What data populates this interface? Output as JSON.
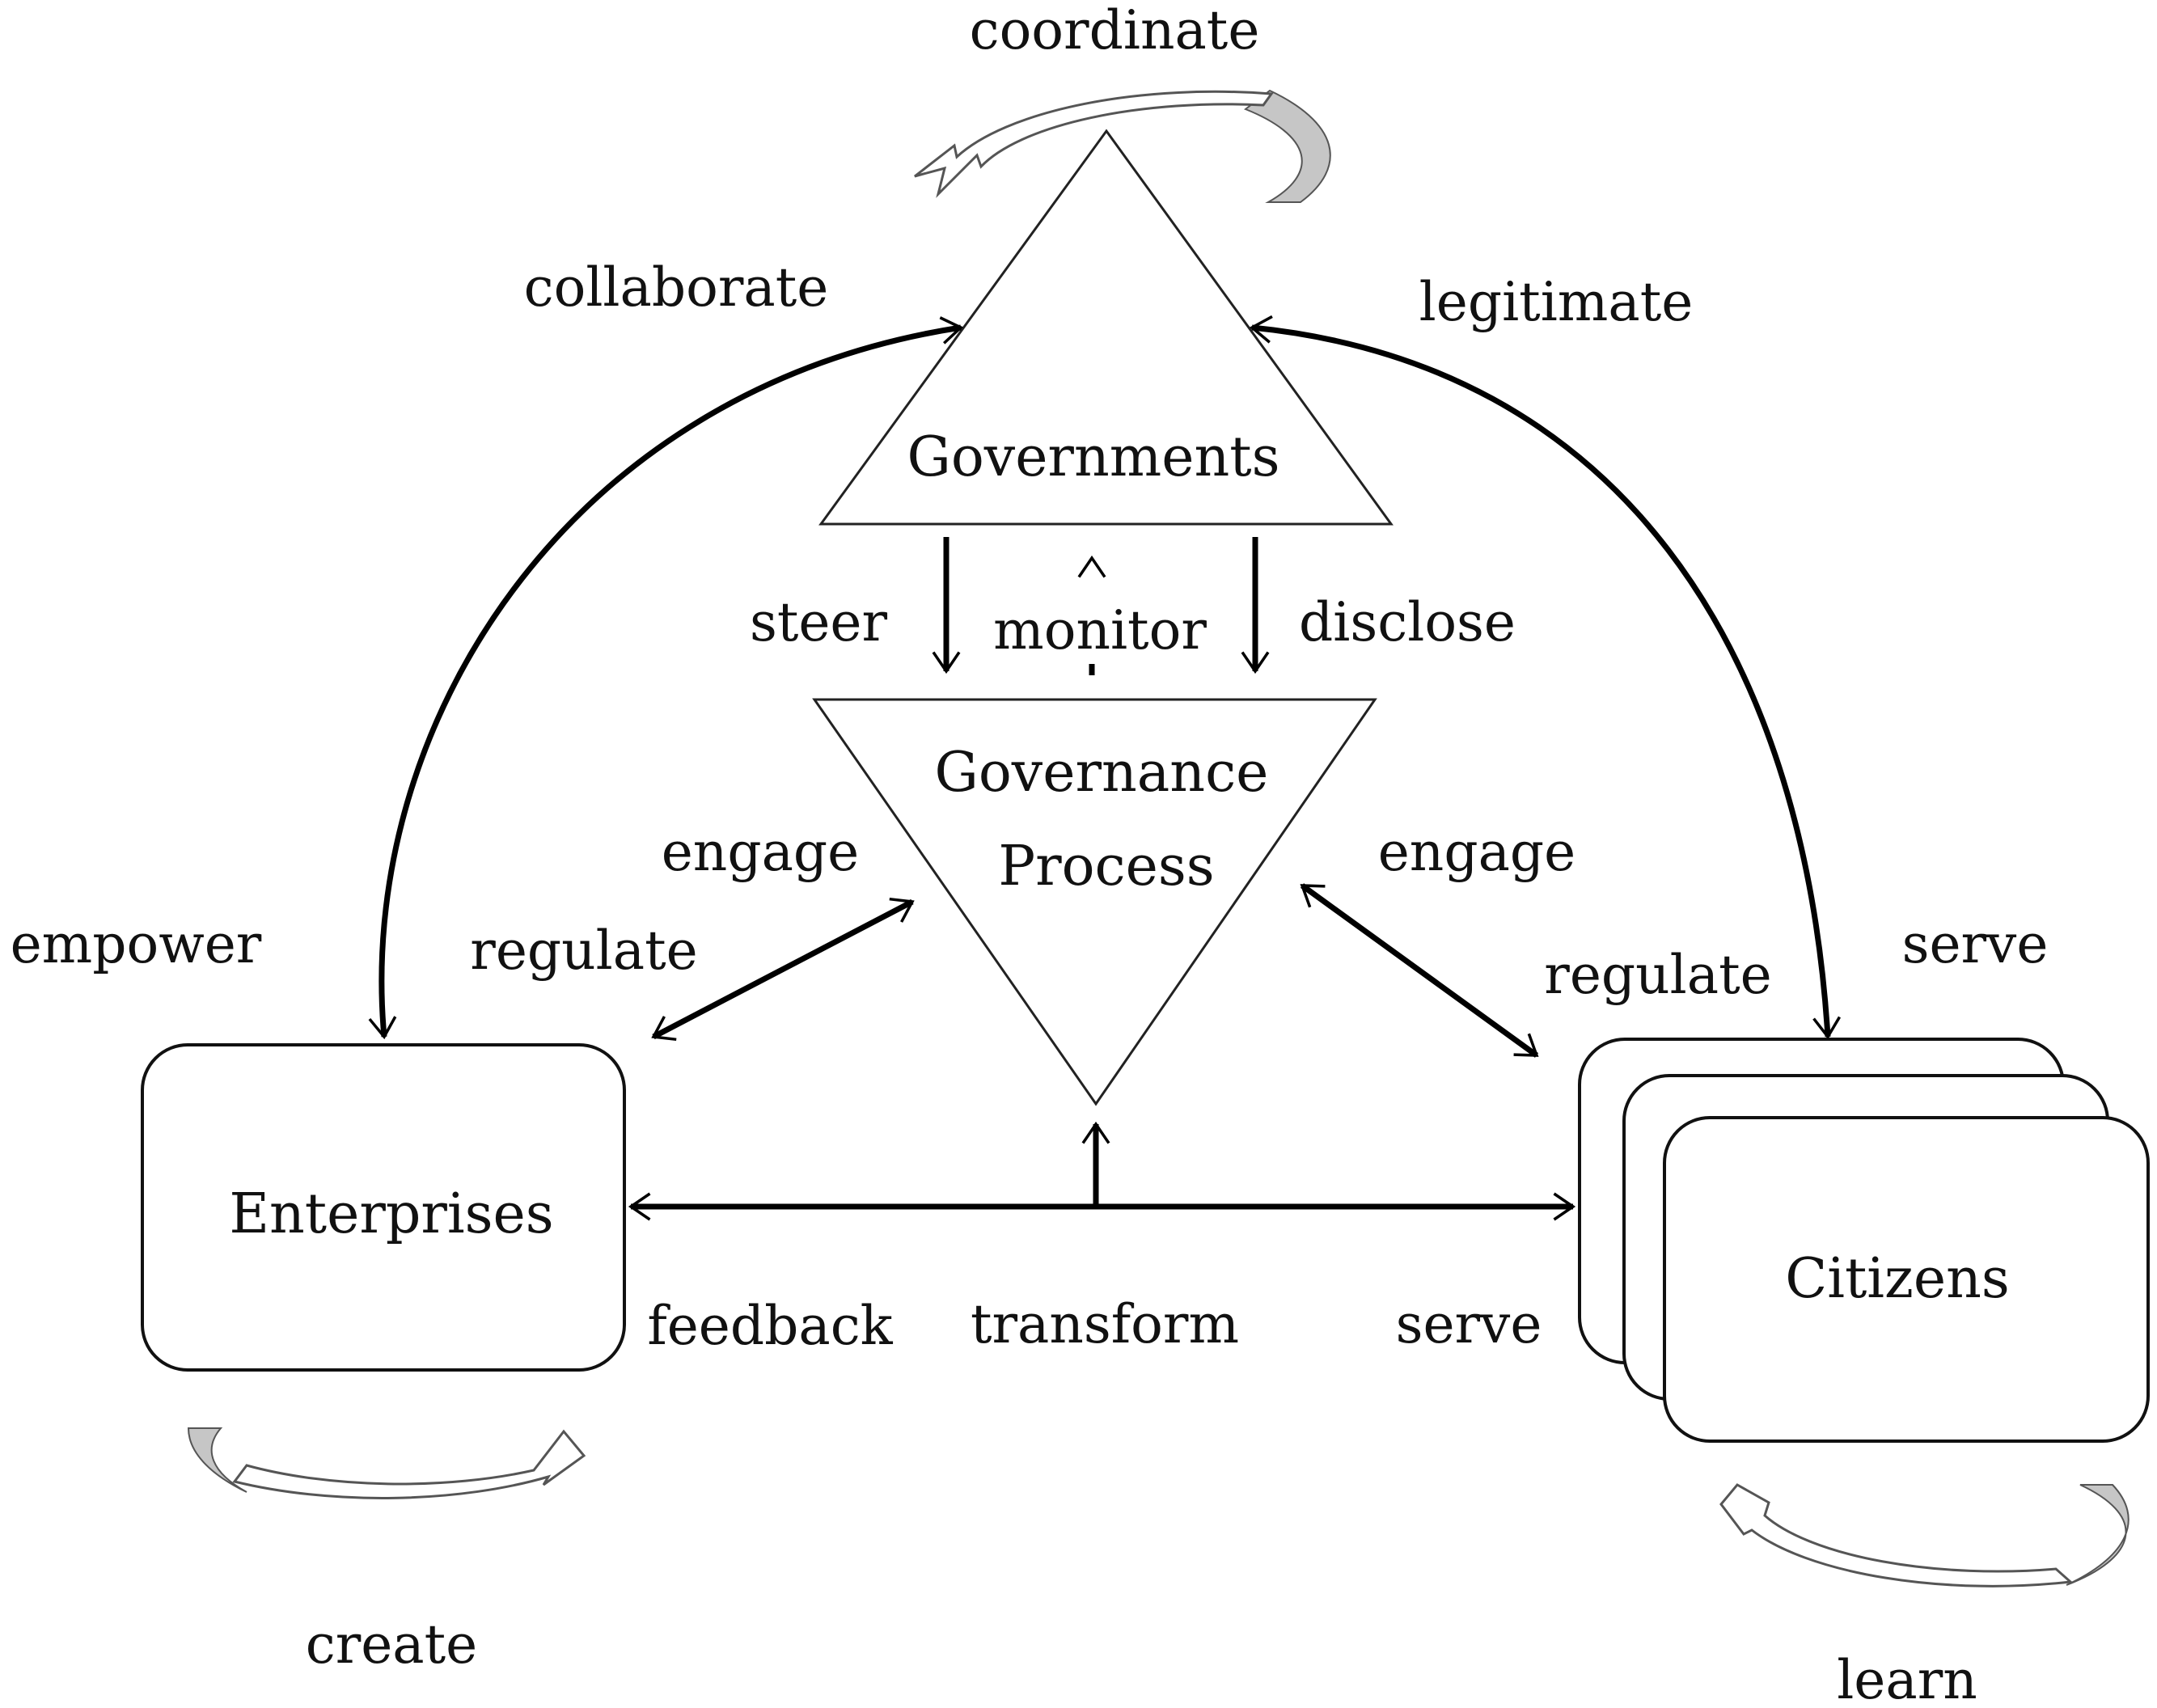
{
  "nodes": {
    "governments": "Governments",
    "governance_line1": "Governance",
    "governance_line2": "Process",
    "enterprises": "Enterprises",
    "citizens": "Citizens"
  },
  "edges": {
    "coordinate": "coordinate",
    "collaborate": "collaborate",
    "legitimate": "legitimate",
    "steer": "steer",
    "monitor": "monitor",
    "disclose": "disclose",
    "engage_left": "engage",
    "regulate_left": "regulate",
    "engage_right": "engage",
    "regulate_right": "regulate",
    "empower": "empower",
    "serve_top": "serve",
    "feedback": "feedback",
    "transform": "transform",
    "serve_bottom": "serve",
    "create": "create",
    "learn": "learn"
  }
}
